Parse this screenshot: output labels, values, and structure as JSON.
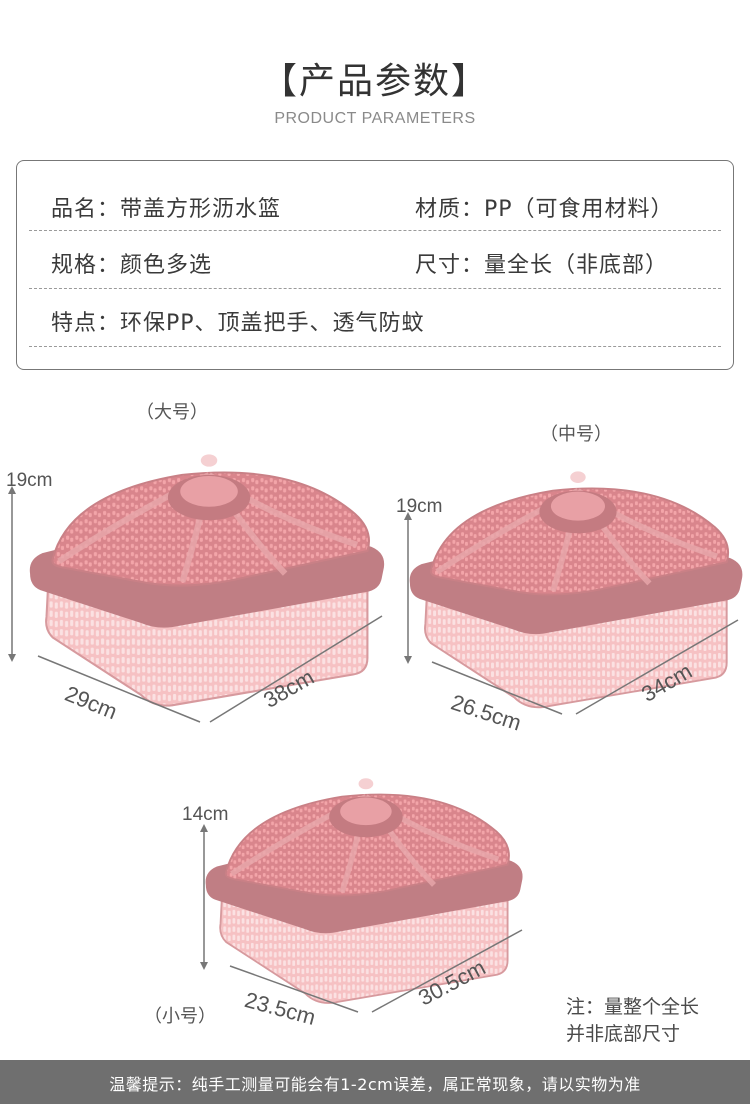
{
  "header": {
    "title": "【产品参数】",
    "subtitle": "PRODUCT PARAMETERS"
  },
  "params": {
    "name": "品名：带盖方形沥水篮",
    "material": "材质：PP（可食用材料）",
    "spec": "规格：颜色多选",
    "size": "尺寸：量全长（非底部）",
    "feature": "特点：环保PP、顶盖把手、透气防蚊"
  },
  "products": {
    "large": {
      "label": "（大号）",
      "height": "19cm",
      "width": "29cm",
      "length": "38cm"
    },
    "medium": {
      "label": "（中号）",
      "height": "19cm",
      "width": "26.5cm",
      "length": "34cm"
    },
    "small": {
      "label": "（小号）",
      "height": "14cm",
      "width": "23.5cm",
      "length": "30.5cm"
    }
  },
  "note": {
    "line1": "注：量整个全长",
    "line2": "并非底部尺寸"
  },
  "footer": {
    "text": "温馨提示：纯手工测量可能会有1-2cm误差，属正常现象，请以实物为准"
  },
  "colors": {
    "basket_body": "#f4b7ba",
    "basket_lid": "#dc8c92",
    "basket_rim": "#b8777d",
    "footer_bg": "#6f6f6f"
  }
}
